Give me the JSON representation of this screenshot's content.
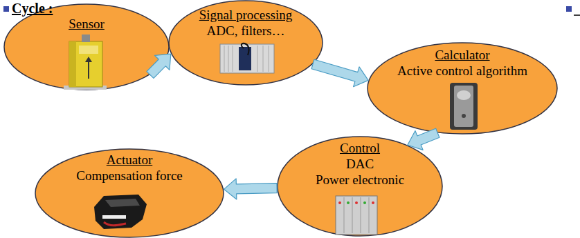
{
  "diagram": {
    "nodes": [
      {
        "text": [
          "Sensor"
        ]
      },
      {
        "text": [
          "Signal processing",
          "ADC, filters…"
        ]
      },
      {
        "text": [
          "Calculator",
          "Active control algorithm"
        ]
      },
      {
        "text": [
          "Control",
          "DAC",
          "Power electronic"
        ]
      },
      {
        "text": [
          "Actuator",
          "Compensation force"
        ]
      }
    ],
    "edges": [
      {
        "from": 0,
        "to": 1,
        "arrow": "to"
      },
      {
        "from": 1,
        "to": 2,
        "arrow": "to"
      },
      {
        "from": 2,
        "to": 3,
        "arrow": "to"
      },
      {
        "from": 3,
        "to": 4,
        "arrow": "to"
      }
    ],
    "labels": [
      "Cycle :"
    ]
  }
}
